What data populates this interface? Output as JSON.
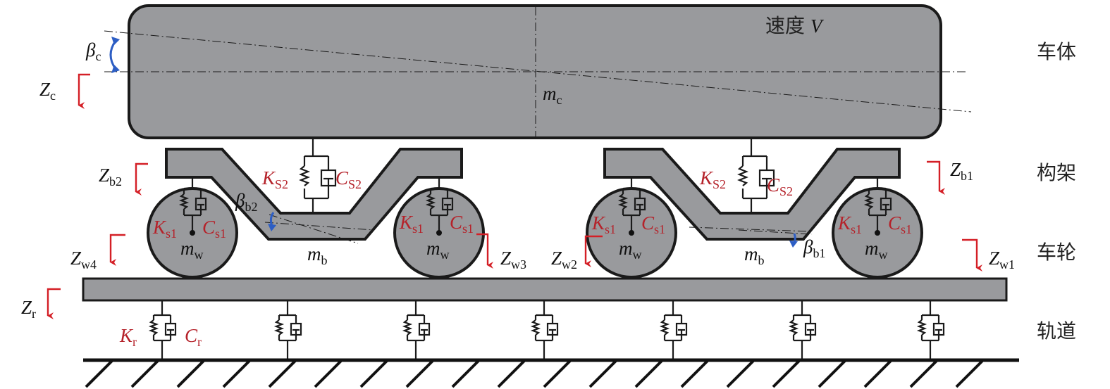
{
  "labels": {
    "speed_prefix": "速度",
    "speed_var": "V",
    "car_body": "车体",
    "bogie": "构架",
    "wheel": "车轮",
    "track": "轨道"
  },
  "symbols": {
    "beta_c": {
      "main": "β",
      "sub": "c"
    },
    "z_c": {
      "main": "Z",
      "sub": "c"
    },
    "m_c": {
      "main": "m",
      "sub": "c"
    },
    "z_b2": {
      "main": "Z",
      "sub": "b2"
    },
    "z_b1": {
      "main": "Z",
      "sub": "b1"
    },
    "k_s2_left": {
      "main": "K",
      "sub": "S2"
    },
    "c_s2_left": {
      "main": "C",
      "sub": "S2"
    },
    "k_s2_right": {
      "main": "K",
      "sub": "S2"
    },
    "c_s2_right": {
      "main": "C",
      "sub": "S2"
    },
    "beta_b2": {
      "main": "β",
      "sub": "b2"
    },
    "beta_b1": {
      "main": "β",
      "sub": "b1"
    },
    "k_s1_1": {
      "main": "K",
      "sub": "s1"
    },
    "c_s1_1": {
      "main": "C",
      "sub": "s1"
    },
    "k_s1_2": {
      "main": "K",
      "sub": "s1"
    },
    "c_s1_2": {
      "main": "C",
      "sub": "s1"
    },
    "k_s1_3": {
      "main": "K",
      "sub": "s1"
    },
    "c_s1_3": {
      "main": "C",
      "sub": "s1"
    },
    "k_s1_4": {
      "main": "K",
      "sub": "s1"
    },
    "c_s1_4": {
      "main": "C",
      "sub": "s1"
    },
    "m_w_1": {
      "main": "m",
      "sub": "w"
    },
    "m_w_2": {
      "main": "m",
      "sub": "w"
    },
    "m_w_3": {
      "main": "m",
      "sub": "w"
    },
    "m_w_4": {
      "main": "m",
      "sub": "w"
    },
    "m_b_left": {
      "main": "m",
      "sub": "b"
    },
    "m_b_right": {
      "main": "m",
      "sub": "b"
    },
    "z_w4": {
      "main": "Z",
      "sub": "w4"
    },
    "z_w3": {
      "main": "Z",
      "sub": "w3"
    },
    "z_w2": {
      "main": "Z",
      "sub": "w2"
    },
    "z_w1": {
      "main": "Z",
      "sub": "w1"
    },
    "z_r": {
      "main": "Z",
      "sub": "r"
    },
    "k_r": {
      "main": "K",
      "sub": "r"
    },
    "c_r": {
      "main": "C",
      "sub": "r"
    }
  },
  "colors": {
    "body_fill": "#999a9d",
    "outline": "#1a1a1a",
    "displacement_arrow": "#d41f26",
    "rotation_arrow": "#2d5ec4",
    "parameter_text": "#b5222a"
  }
}
